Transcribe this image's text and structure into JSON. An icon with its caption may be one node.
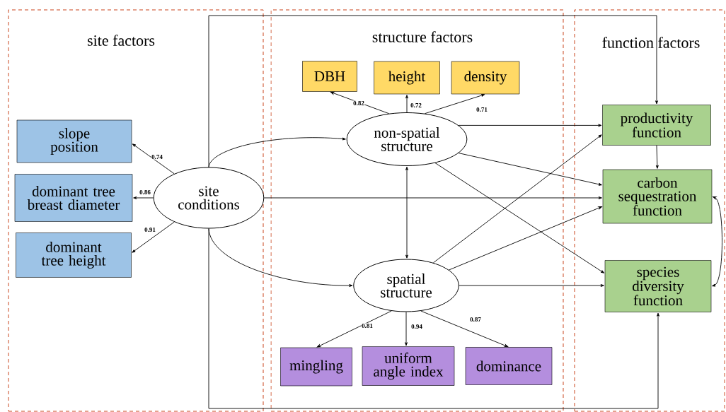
{
  "diagram": {
    "nodes": [
      {
        "text": [
          "site factors"
        ]
      },
      {
        "text": [
          "structure factors"
        ]
      },
      {
        "text": [
          "function factors"
        ]
      },
      {
        "text": [
          "slope position"
        ],
        "in": 0
      },
      {
        "text": [
          "dominant tree breast diameter"
        ],
        "in": 0
      },
      {
        "text": [
          "dominant tree height"
        ],
        "in": 0
      },
      {
        "text": [
          "site conditions"
        ],
        "in": 0
      },
      {
        "text": [
          "DBH"
        ],
        "in": 1
      },
      {
        "text": [
          "height"
        ],
        "in": 1
      },
      {
        "text": [
          "density"
        ],
        "in": 1
      },
      {
        "text": [
          "non-spatial structure"
        ],
        "in": 1
      },
      {
        "text": [
          "spatial structure"
        ],
        "in": 1
      },
      {
        "text": [
          "mingling"
        ],
        "in": 1
      },
      {
        "text": [
          "uniform angle index"
        ],
        "in": 1
      },
      {
        "text": [
          "dominance"
        ],
        "in": 1
      },
      {
        "text": [
          "productivity function"
        ],
        "in": 2
      },
      {
        "text": [
          "carbon sequestration function"
        ],
        "in": 2
      },
      {
        "text": [
          "species diversity function"
        ],
        "in": 2
      }
    ],
    "edges": [
      {
        "from": 6,
        "to": 3,
        "arrow": "to",
        "label": "0.74"
      },
      {
        "from": 6,
        "to": 4,
        "arrow": "to",
        "label": "0.86"
      },
      {
        "from": 6,
        "to": 5,
        "arrow": "to",
        "label": "0.91"
      },
      {
        "from": 10,
        "to": 7,
        "arrow": "to",
        "label": "0.82"
      },
      {
        "from": 10,
        "to": 8,
        "arrow": "to",
        "label": "0.72"
      },
      {
        "from": 10,
        "to": 9,
        "arrow": "to",
        "label": "0.71"
      },
      {
        "from": 11,
        "to": 12,
        "arrow": "to",
        "label": "0.81"
      },
      {
        "from": 11,
        "to": 13,
        "arrow": "to",
        "label": "0.94"
      },
      {
        "from": 11,
        "to": 14,
        "arrow": "to",
        "label": "0.87"
      },
      {
        "from": 6,
        "to": 10,
        "arrow": "to"
      },
      {
        "from": 6,
        "to": 11,
        "arrow": "to"
      },
      {
        "from": 6,
        "to": 15,
        "arrow": "to"
      },
      {
        "from": 6,
        "to": 16,
        "arrow": "to"
      },
      {
        "from": 6,
        "to": 17,
        "arrow": "to"
      },
      {
        "from": 10,
        "to": 11,
        "arrow": "both"
      },
      {
        "from": 10,
        "to": 15,
        "arrow": "to"
      },
      {
        "from": 10,
        "to": 16,
        "arrow": "to"
      },
      {
        "from": 10,
        "to": 17,
        "arrow": "to"
      },
      {
        "from": 11,
        "to": 15,
        "arrow": "to"
      },
      {
        "from": 11,
        "to": 16,
        "arrow": "to"
      },
      {
        "from": 11,
        "to": 17,
        "arrow": "to"
      },
      {
        "from": 15,
        "to": 16,
        "arrow": "to"
      },
      {
        "from": 16,
        "to": 17,
        "arrow": "both"
      }
    ]
  }
}
